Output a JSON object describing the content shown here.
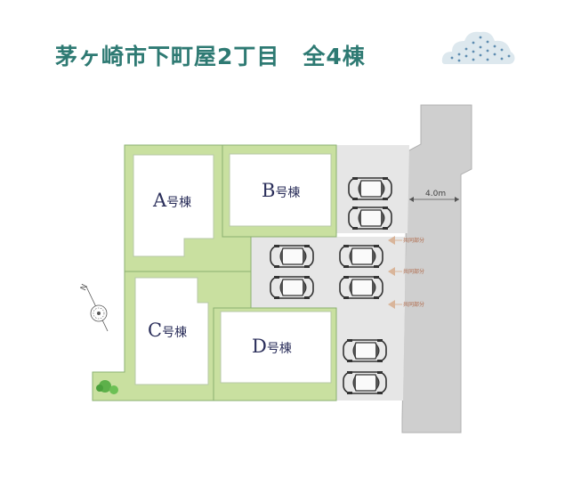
{
  "title": "茅ヶ崎市下町屋2丁目　全4棟",
  "lots": [
    {
      "id": "A",
      "letter": "A",
      "suffix": "号棟"
    },
    {
      "id": "B",
      "letter": "B",
      "suffix": "号棟"
    },
    {
      "id": "C",
      "letter": "C",
      "suffix": "号棟"
    },
    {
      "id": "D",
      "letter": "D",
      "suffix": "号棟"
    }
  ],
  "road": {
    "width_label": "4.0m"
  },
  "shared_portions": [
    "共同部分",
    "共同部分",
    "共同部分"
  ],
  "north": {
    "label": "N"
  },
  "colors": {
    "title": "#2e7a73",
    "lawn": "#c9e0a0",
    "parking": "#e6e6e6",
    "road": "#cfcfcf",
    "building": "#ffffff",
    "lot_text": "#2a2e5a"
  },
  "icons": [
    "rain-cloud-icon",
    "north-compass-icon",
    "car-icon",
    "tree-icon"
  ]
}
